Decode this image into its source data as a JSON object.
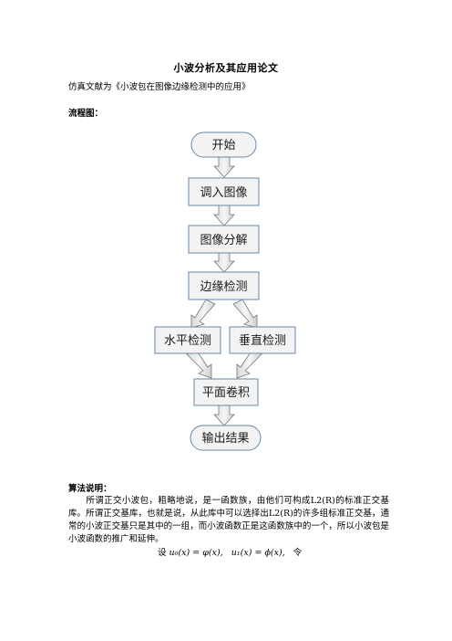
{
  "doc": {
    "title": "小波分析及其应用论文",
    "subtitle": "仿真文献为《小波包在图像边缘检测中的应用》",
    "flow_label": "流程图：",
    "flowchart": {
      "nodes": [
        "开始",
        "调入图像",
        "图像分解",
        "边缘检测",
        "水平检测",
        "垂直检测",
        "平面卷积",
        "输出结果"
      ]
    },
    "algo_label": "算法说明：",
    "algo_text": "所谓正交小波包，粗略地说，是一函数族，由他们可构成L2(R)的标准正交基库。所谓正交基库，也就是说，从此库中可以选择出L2(R)的许多组标准正交基，通常的小波正交基只是其中的一组，而小波函数正是这函数族中的一个，所以小波包是小波函数的推广和延伸。",
    "formula_prefix": "设",
    "formula_1": "u₀(x) = φ(x),",
    "formula_2": "u₁(x) = ϕ(x),",
    "formula_suffix": "令"
  },
  "colors": {
    "node_fill": "#f3f3f3",
    "node_stroke": "#6a87a8",
    "arrow_fill": "#e6e6e6",
    "arrow_stroke": "#777777"
  }
}
